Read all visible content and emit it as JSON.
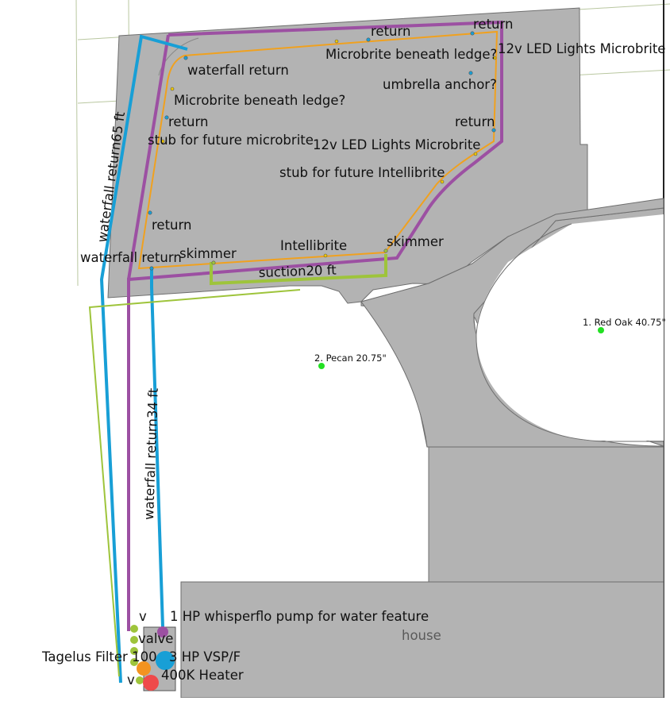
{
  "pool": {
    "pipe_labels": {
      "return_top_center": "return",
      "return_top_right": "return",
      "return_right": "return",
      "return_left_upper": "return",
      "return_left_lower": "return",
      "waterfall_return_top": "waterfall return",
      "waterfall_return_bottom": "waterfall return",
      "skimmer_left": "skimmer",
      "skimmer_right": "skimmer",
      "intellibrite": "Intellibrite"
    },
    "features": {
      "microbrite_ledge_top": "Microbrite beneath ledge?",
      "microbrite_ledge_left": "Microbrite beneath ledge?",
      "led_lights_top": "12v LED Lights Microbrite",
      "led_lights_mid": "12v LED Lights Microbrite",
      "umbrella_anchor": "umbrella anchor?",
      "stub_microbrite": "stub for future microbrite",
      "stub_intellibrite": "stub for future Intellibrite"
    }
  },
  "runs": {
    "waterfall_return_65": "waterfall return65 ft",
    "waterfall_return_34": "waterfall return34 ft",
    "suction_20": "suction20 ft"
  },
  "trees": {
    "red_oak": "1. Red Oak 40.75\"",
    "pecan": "2. Pecan 20.75\""
  },
  "equipment": {
    "v_top": "v",
    "valve": "valve",
    "pump": "1 HP whisperflo pump for water feature",
    "filter": "Tagelus Filter 100",
    "vsp": "3 HP VSP/F",
    "heater": "400K Heater",
    "v_bottom": "v"
  },
  "house": "house",
  "colors": {
    "concrete": "#b3b3b3",
    "outline": "#6e6e6e",
    "return_blue": "#189fd6",
    "purple": "#9c50a2",
    "suction_green": "#9ec43b",
    "pool_orange": "#f0a11f",
    "heater_red": "#ef4a4a",
    "filter_orange": "#f39320",
    "tree_green": "#22e022"
  }
}
